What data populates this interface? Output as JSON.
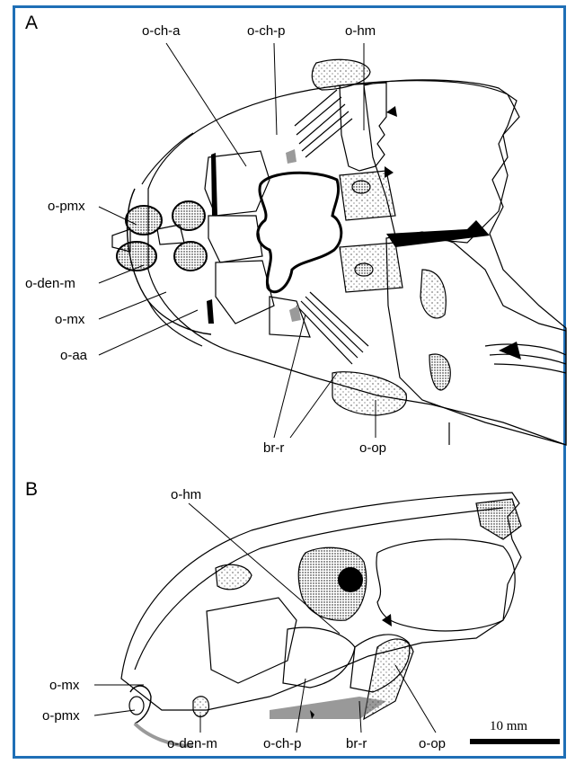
{
  "figure": {
    "panel_a": {
      "letter": "A",
      "labels": {
        "o_ch_a": "o-ch-a",
        "o_ch_p": "o-ch-p",
        "o_hm": "o-hm",
        "o_pmx": "o-pmx",
        "o_den_m": "o-den-m",
        "o_mx": "o-mx",
        "o_aa": "o-aa",
        "br_r": "br-r",
        "o_op": "o-op"
      }
    },
    "panel_b": {
      "letter": "B",
      "labels": {
        "o_hm": "o-hm",
        "o_mx": "o-mx",
        "o_pmx": "o-pmx",
        "o_den_m": "o-den-m",
        "o_ch_p": "o-ch-p",
        "br_r": "br-r",
        "o_op": "o-op"
      }
    },
    "scale_bar": {
      "label": "10 mm"
    },
    "colors": {
      "frame": "#1f6fb6",
      "ink": "#000000",
      "grey_bone": "#9a9a9a"
    }
  }
}
